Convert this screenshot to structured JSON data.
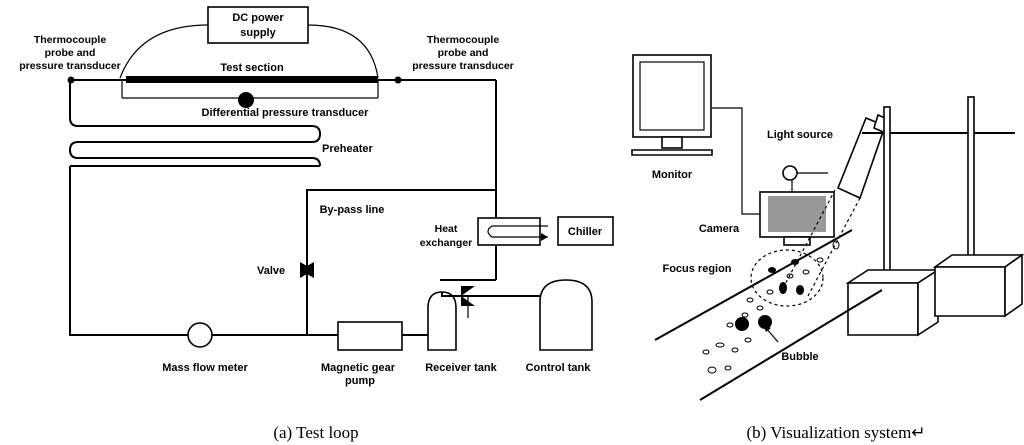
{
  "test_loop": {
    "caption": "(a) Test loop",
    "dc_power_supply": [
      "DC power",
      "supply"
    ],
    "thermocouple_left": [
      "Thermocouple",
      "probe and",
      "pressure transducer"
    ],
    "thermocouple_right": [
      "Thermocouple",
      "probe and",
      "pressure transducer"
    ],
    "test_section": "Test section",
    "differential_pressure": "Differential pressure transducer",
    "preheater": "Preheater",
    "bypass_line": "By-pass line",
    "heat_exchanger": [
      "Heat",
      "exchanger"
    ],
    "chiller": "Chiller",
    "valve": "Valve",
    "mass_flow_meter": "Mass flow meter",
    "magnetic_gear_pump": [
      "Magnetic gear",
      "pump"
    ],
    "receiver_tank": "Receiver tank",
    "control_tank": "Control tank"
  },
  "visualization": {
    "caption": "(b) Visualization system↵",
    "monitor": "Monitor",
    "light_source": "Light source",
    "camera": "Camera",
    "focus_region": "Focus region",
    "bubble": "Bubble"
  }
}
